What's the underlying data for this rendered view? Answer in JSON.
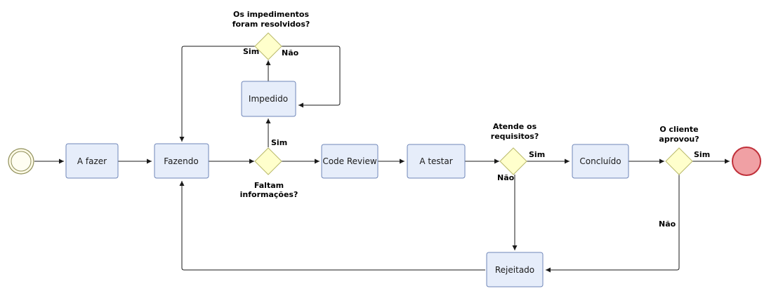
{
  "tasks": {
    "a_fazer": "A fazer",
    "fazendo": "Fazendo",
    "impedido": "Impedido",
    "code_review": "Code Review",
    "a_testar": "A testar",
    "concluido": "Concluído",
    "rejeitado": "Rejeitado"
  },
  "gateways": {
    "faltam": [
      "Faltam",
      "informações?"
    ],
    "impedimentos": [
      "Os impedimentos",
      "foram resolvidos?"
    ],
    "atende": [
      "Atende os",
      "requisitos?"
    ],
    "cliente": [
      "O cliente",
      "aprovou?"
    ]
  },
  "flow_labels": {
    "sim": "Sim",
    "nao": "Não"
  },
  "colors": {
    "task_fill": "#e6edfa",
    "task_stroke": "#6f86b8",
    "gateway_fill": "#ffffcc",
    "start_fill": "#fffbe6",
    "end_fill": "#f0a0a4",
    "end_stroke": "#c0303a"
  }
}
